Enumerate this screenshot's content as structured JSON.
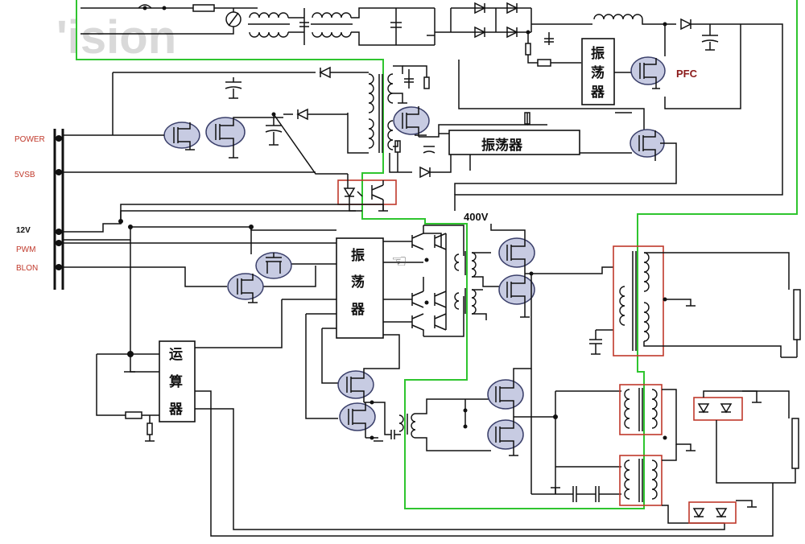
{
  "watermark": {
    "text": "'ision"
  },
  "labels": {
    "power": "POWER",
    "fivevsb": "5VSB",
    "twelve_v": "12V",
    "pwm": "PWM",
    "blon": "BLON",
    "pfc": "PFC",
    "v400": "400V"
  },
  "blocks": {
    "osc_top": [
      "振",
      "荡",
      "器"
    ],
    "osc_standby": "振荡器",
    "osc_main": [
      "振",
      "荡",
      "器"
    ],
    "opamp": [
      "运",
      "算",
      "器"
    ]
  }
}
